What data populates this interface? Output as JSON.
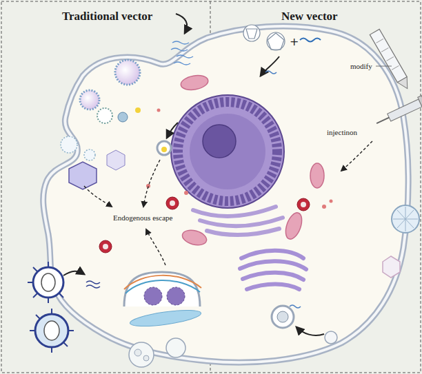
{
  "diagram": {
    "labels": [
      "Traditional vector",
      "New vector",
      "modify",
      "injectinon",
      "Endogenous escape"
    ]
  }
}
